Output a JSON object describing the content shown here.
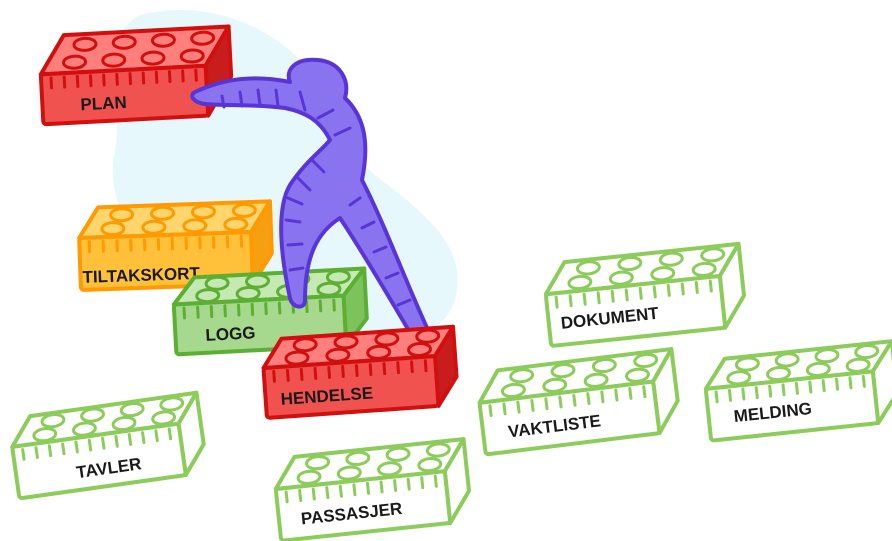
{
  "colors": {
    "background": "#ffffff",
    "splash": "#e6f8fb",
    "figure": "#8a73ee",
    "figure_outline": "#5a35d6",
    "red_fill": "#f05250",
    "red_outline": "#d10f0f",
    "orange_fill": "#ffc13a",
    "orange_outline": "#ff9a00",
    "green_fill": "#a6d98e",
    "green_outline": "#5caf33",
    "outline_green": "#8ccc5a"
  },
  "figure": {
    "icon": "stick-figure-icon",
    "description_icon": "building-blocks-icon"
  },
  "blocks": [
    {
      "id": "tavler",
      "label": "TAVLER",
      "style": "outline",
      "icon": "building-block-icon"
    },
    {
      "id": "passasjer",
      "label": "PASSASJER",
      "style": "outline",
      "icon": "building-block-icon"
    },
    {
      "id": "vaktliste",
      "label": "VAKTLISTE",
      "style": "outline",
      "icon": "building-block-icon"
    },
    {
      "id": "melding",
      "label": "MELDING",
      "style": "outline",
      "icon": "building-block-icon"
    },
    {
      "id": "dokument",
      "label": "DOKUMENT",
      "style": "outline",
      "icon": "building-block-icon"
    },
    {
      "id": "hendelse",
      "label": "HENDELSE",
      "style": "red",
      "icon": "building-block-icon"
    },
    {
      "id": "logg",
      "label": "LOGG",
      "style": "green",
      "icon": "building-block-icon"
    },
    {
      "id": "tiltakskort",
      "label": "TILTAKSKORT",
      "style": "orange",
      "icon": "building-block-icon"
    },
    {
      "id": "plan",
      "label": "PLAN",
      "style": "red",
      "icon": "building-block-icon"
    }
  ]
}
